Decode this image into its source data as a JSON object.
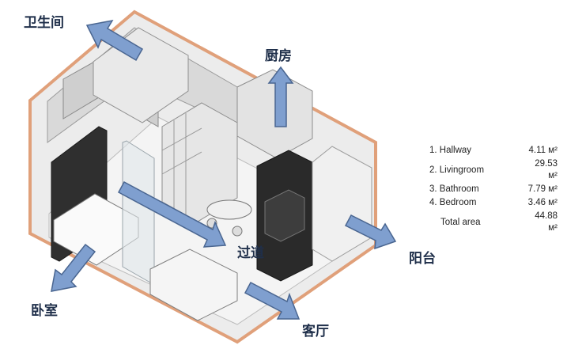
{
  "labels": {
    "bathroom": "卫生间",
    "kitchen": "厨房",
    "hallway": "过道",
    "balcony": "阳台",
    "bedroom": "卧室",
    "living": "客厅"
  },
  "area_table": [
    {
      "name": "1. Hallway",
      "area": "4.11 м²"
    },
    {
      "name": "2. Livingroom",
      "area": "29.53 м²"
    },
    {
      "name": "3. Bathroom",
      "area": "7.79 м²"
    },
    {
      "name": "4. Bedroom",
      "area": "3.46 м²"
    },
    {
      "name": "Total area",
      "area": "44.88 м²"
    }
  ],
  "colors": {
    "arrow_fill": "#7f9fcf",
    "arrow_stroke": "#4a6691",
    "outline": "#e0a07a",
    "wall_dark": "#2b2b2b",
    "floor": "#f1f1f1"
  }
}
